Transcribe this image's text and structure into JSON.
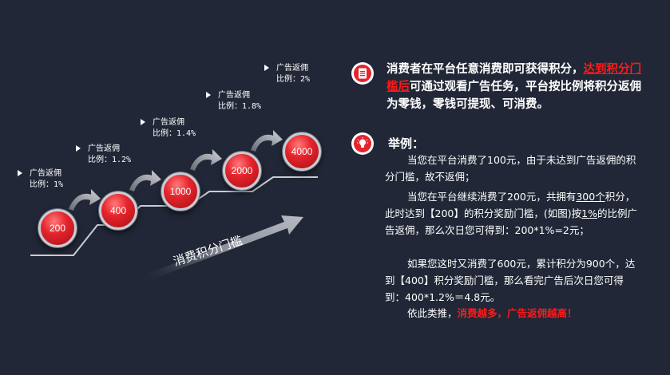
{
  "tiers": [
    {
      "label": "广告返佣",
      "ratio": "比例：1%",
      "points": "200"
    },
    {
      "label": "广告返佣",
      "ratio": "比例：1.2%",
      "points": "400"
    },
    {
      "label": "广告返佣",
      "ratio": "比例：1.4%",
      "points": "1000"
    },
    {
      "label": "广告返佣",
      "ratio": "比例：1.8%",
      "points": "2000"
    },
    {
      "label": "广告返佣",
      "ratio": "比例：2%",
      "points": "4000"
    }
  ],
  "threshold_label": "消费积分门槛",
  "intro": {
    "part1": "消费者在平台任意消费即可获得积分，",
    "highlight": "达到积分门槛后",
    "part2": "可通过观看广告任务，平台按比例将积分返佣为零钱，零钱可提现、可消费。"
  },
  "example": {
    "title": "举例：",
    "p1": "当您在平台消费了100元，由于未达到广告返佣的积分门槛，故不返佣；",
    "p2a": "当您在平台继续消费了200元，共拥有",
    "p2u1": "300个",
    "p2b": "积分，此时达到【200】的积分奖励门槛，(如图)按",
    "p2u2": "1%",
    "p2c": "的比例广告返佣，那么次日您可得到：200*1%=2元；",
    "p3": "如果您这时又消费了600元，累计积分为900个，达到【400】积分奖励门槛，那么看完广告后次日您可得到：400*1.2%＝4.8元。",
    "p4a": "依此类推，",
    "p4red": "消费越多，广告返佣越高！"
  },
  "colors": {
    "background": "#212736",
    "accent_red": "#e5242c",
    "highlight_red": "#ff1a1a",
    "step_line": "#c9ccd3"
  },
  "icons": [
    "document-icon",
    "lightbulb-icon",
    "curved-arrow-icon",
    "triangle-bullet-icon"
  ]
}
